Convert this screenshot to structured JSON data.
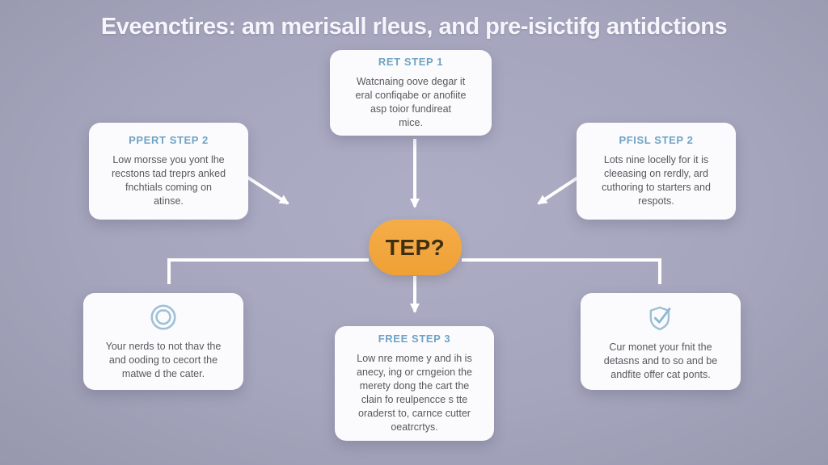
{
  "title": "Eveenctires: am merisall rleus, and pre-isictifg antidctions",
  "oval": {
    "label": "TEP?"
  },
  "cards": {
    "step1": {
      "heading": "RET STEP 1",
      "body": "Watcnaing oove degar it\neral confiqabe or anofiite\nasp toior fundireat\nmice."
    },
    "step2_left": {
      "heading": "PPERT STEP 2",
      "body": "Low morsse you yont lhe\nrecstons tad treprs anked\nfnchtials coming on\natinse."
    },
    "step2_right": {
      "heading": "PFISL STEP 2",
      "body": "Lots nine locelly for it is\ncleeasing on rerdly, ard\ncuthoring to starters and\nrespots."
    },
    "target_card": {
      "icon": "target-icon",
      "body": "Your nerds to not thav the\nand ooding to cecort the\nmatwe d the cater."
    },
    "step3": {
      "heading": "FREE STEP 3",
      "body": "Low nre mome y and ih is\nanecy, ing or crngeion the\nmerety dong the cart the\nclain fo reulpencce s tte\noraderst to, carnce cutter\noeatrcrtys."
    },
    "shield_card": {
      "icon": "shield-check-icon",
      "body": "Cur monet your fnit the\ndetasns and to so and be\nandfite offer cat ponts."
    }
  },
  "colors": {
    "background": "#a5a5bd",
    "card": "#fbfbfd",
    "heading": "#6fa3c4",
    "body_text": "#58585c",
    "oval": "#f0a53c",
    "oval_text": "#3f3014",
    "connector": "#ffffff",
    "icon": "#9dc0d6",
    "title_text": "#f6f5fb"
  }
}
